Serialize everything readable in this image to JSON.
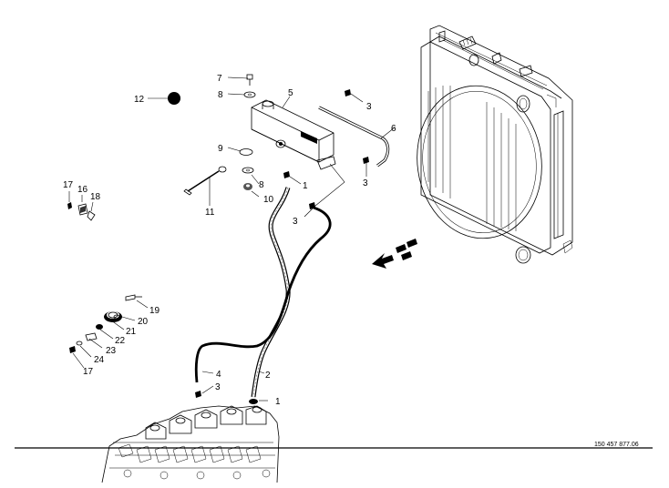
{
  "diagram": {
    "labels": [
      "1",
      "1",
      "2",
      "3",
      "3",
      "3",
      "3",
      "4",
      "5",
      "6",
      "7",
      "8",
      "8",
      "9",
      "10",
      "11",
      "12",
      "16",
      "17",
      "17",
      "18",
      "19",
      "20",
      "21",
      "22",
      "23",
      "24"
    ],
    "document_number": "150 457 877.06",
    "callouts": {
      "p1_top": "1",
      "p1_bottom": "1",
      "p2": "2",
      "p3_rad": "3",
      "p3_tank": "3",
      "p3_mid": "3",
      "p3_bottom": "3",
      "p4": "4",
      "p5": "5",
      "p6": "6",
      "p7": "7",
      "p8_top": "8",
      "p8_mid": "8",
      "p9": "9",
      "p10": "10",
      "p11": "11",
      "p12": "12",
      "p16": "16",
      "p17_top": "17",
      "p17_bottom": "17",
      "p18": "18",
      "p19": "19",
      "p20": "20",
      "p21": "21",
      "p22": "22",
      "p23": "23",
      "p24": "24"
    }
  }
}
